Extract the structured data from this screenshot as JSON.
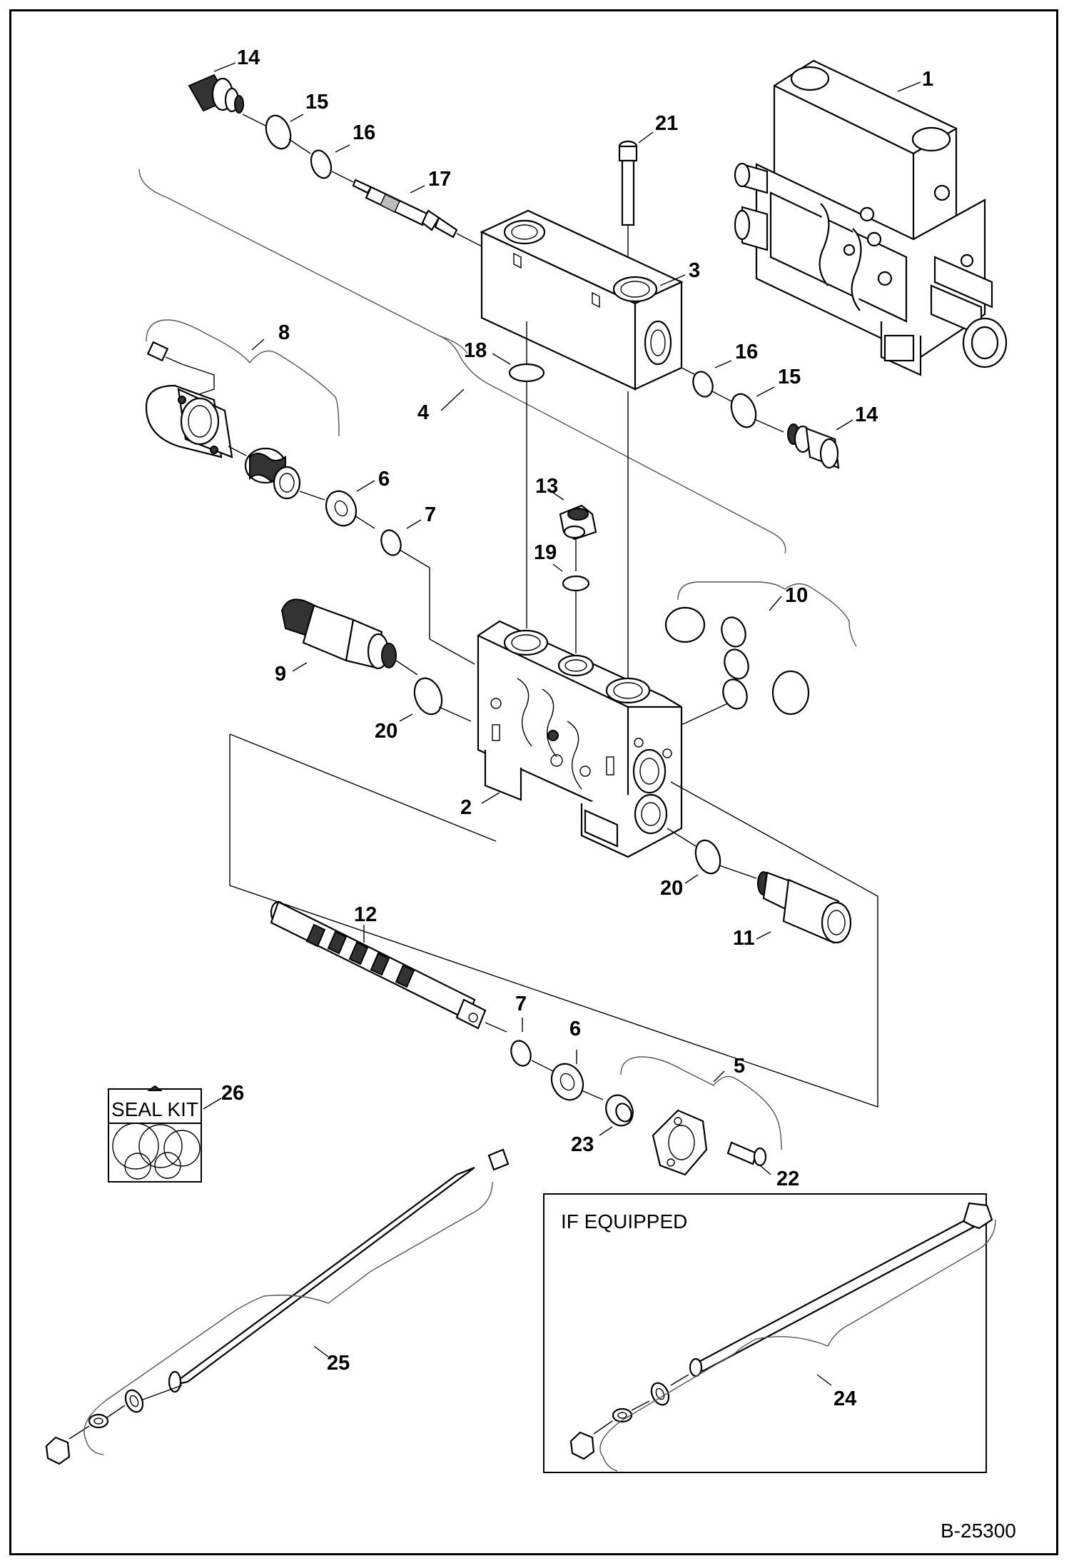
{
  "figure_id": "B-25300",
  "seal_kit_label": "SEAL KIT",
  "if_equipped_label": "IF EQUIPPED",
  "callouts": {
    "c1": "1",
    "c2": "2",
    "c3": "3",
    "c4": "4",
    "c5": "5",
    "c6a": "6",
    "c6b": "6",
    "c7a": "7",
    "c7b": "7",
    "c8": "8",
    "c9": "9",
    "c10": "10",
    "c11": "11",
    "c12": "12",
    "c13": "13",
    "c14a": "14",
    "c14b": "14",
    "c15a": "15",
    "c15b": "15",
    "c16a": "16",
    "c16b": "16",
    "c17": "17",
    "c18": "18",
    "c19": "19",
    "c20a": "20",
    "c20b": "20",
    "c21": "21",
    "c22": "22",
    "c23": "23",
    "c24": "24",
    "c25": "25",
    "c26": "26"
  }
}
